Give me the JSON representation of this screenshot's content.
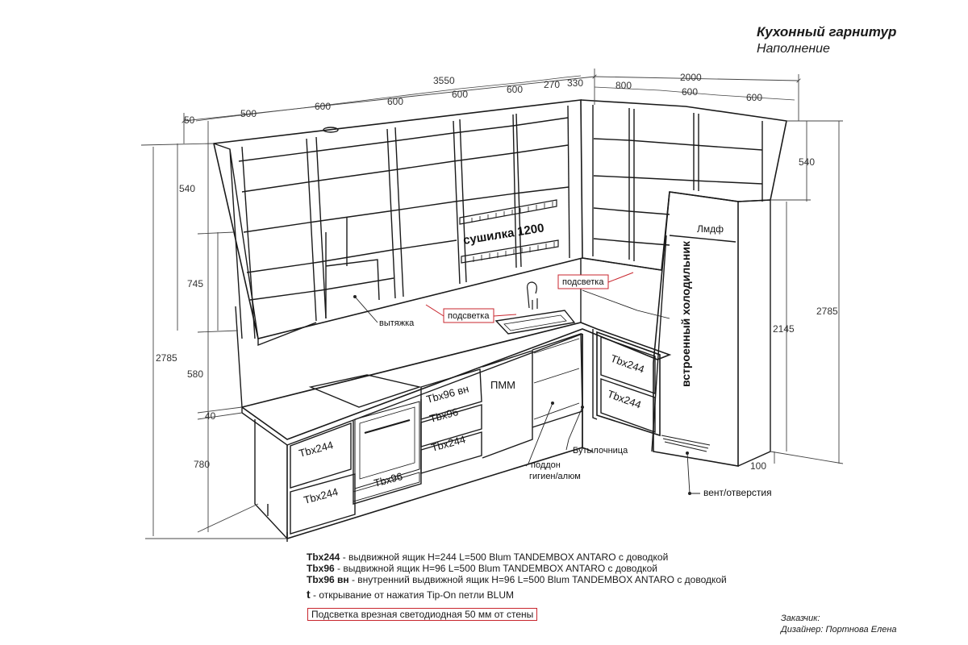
{
  "header": {
    "title": "Кухонный гарнитур",
    "subtitle": "Наполнение"
  },
  "dimensions": {
    "total_left": "3550",
    "total_right": "2000",
    "top_segments": [
      "50",
      "500",
      "600",
      "600",
      "600",
      "600",
      "270",
      "330",
      "800",
      "600",
      "600"
    ],
    "left_vertical": [
      "540",
      "745",
      "2785",
      "580",
      "40",
      "780"
    ],
    "right_vertical": [
      "540",
      "2145",
      "2785",
      "100"
    ]
  },
  "labels": {
    "dryer": "сушилка 1200",
    "hood": "вытяжка",
    "lighting_left": "подсветка",
    "lighting_right": "подсветка",
    "lmdf": "Лмдф",
    "fridge": "встроенный холодильник",
    "dishwasher": "ПММ",
    "bottle_holder": "Бутылочница",
    "tray_line1": "поддон",
    "tray_line2": "гигиен/алюм",
    "vent": "вент/отверстия",
    "drawers": {
      "d1": "Tbx244",
      "d2": "Tbx244",
      "d3": "Tbx96 вн",
      "d4": "Tbx96",
      "d5": "Tbx244",
      "d6": "Tbx96",
      "d7": "Tbx244",
      "d8": "Tbx244"
    }
  },
  "legend": [
    {
      "code": "Tbx244",
      "text": " - выдвижной ящик H=244 L=500 Blum TANDEMBOX ANTARO с доводкой"
    },
    {
      "code": "Tbx96",
      "text": " - выдвижной ящик H=96 L=500 Blum TANDEMBOX ANTARO с доводкой"
    },
    {
      "code": "Tbx96 вн",
      "text": " - внутренний выдвижной ящик H=96 L=500 Blum TANDEMBOX ANTARO с доводкой"
    },
    {
      "code": "t",
      "text": " - открывание от нажатия Tip-On петли BLUM"
    }
  ],
  "note": "Подсветка врезная светодиодная 50 мм от стены",
  "footer": {
    "customer_label": "Заказчик:",
    "designer": "Дизайнер: Портнова Елена"
  },
  "colors": {
    "line": "#1a1a1a",
    "dim": "#444444",
    "accent": "#c8262e"
  }
}
